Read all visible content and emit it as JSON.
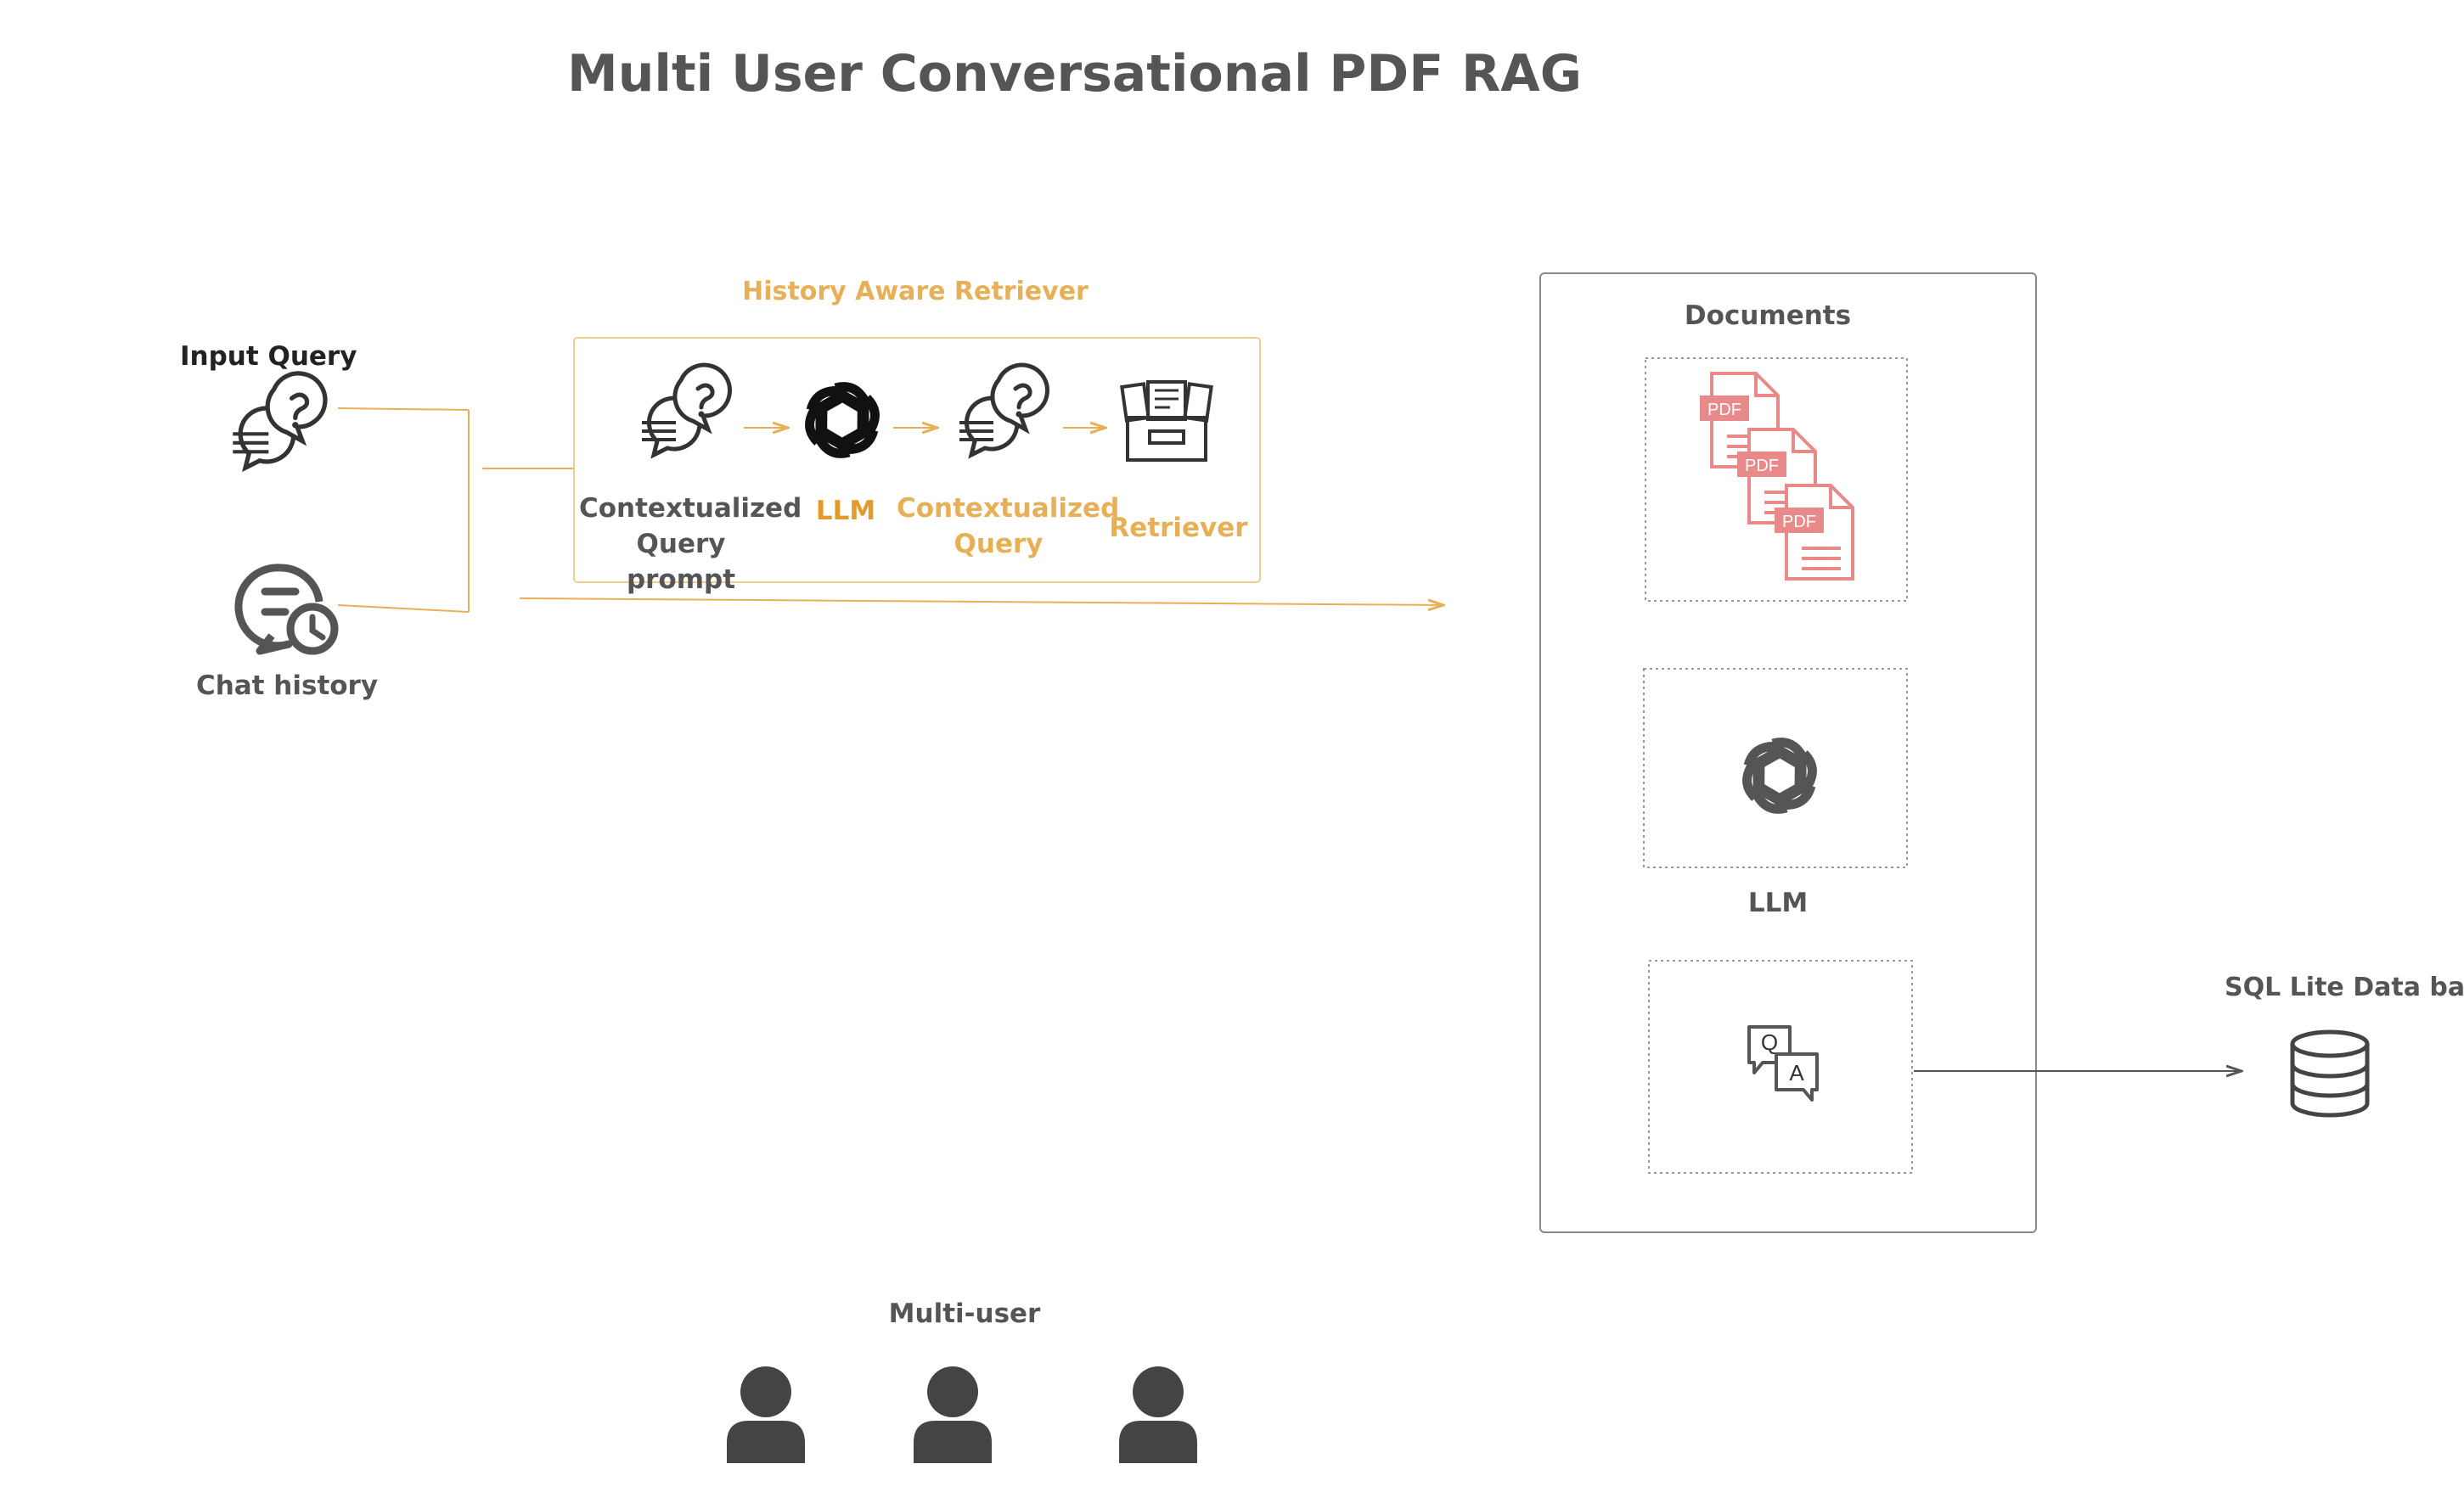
{
  "title": "Multi User Conversational PDF RAG",
  "input_query": "Input Query",
  "chat_history": "Chat history",
  "history_aware_retriever": {
    "title": "History Aware Retriever",
    "steps": [
      {
        "label": "Contextualized Query prompt",
        "icon": "question-chat-icon"
      },
      {
        "label": "LLM",
        "icon": "openai-icon"
      },
      {
        "label": "Contextualized Query",
        "icon": "question-chat-icon"
      },
      {
        "label": "Retriever",
        "icon": "file-archive-icon"
      }
    ]
  },
  "rag_panel": {
    "documents": "Documents",
    "pdf_badge": "PDF",
    "llm": "LLM",
    "qa_q": "Q",
    "qa_a": "A"
  },
  "database": "SQL Lite Data base",
  "multi_user": "Multi-user",
  "colors": {
    "orange": "#e8b056",
    "orange_deep": "#e29a2c",
    "dark": "#555555",
    "pdf": "#e88a8a"
  }
}
